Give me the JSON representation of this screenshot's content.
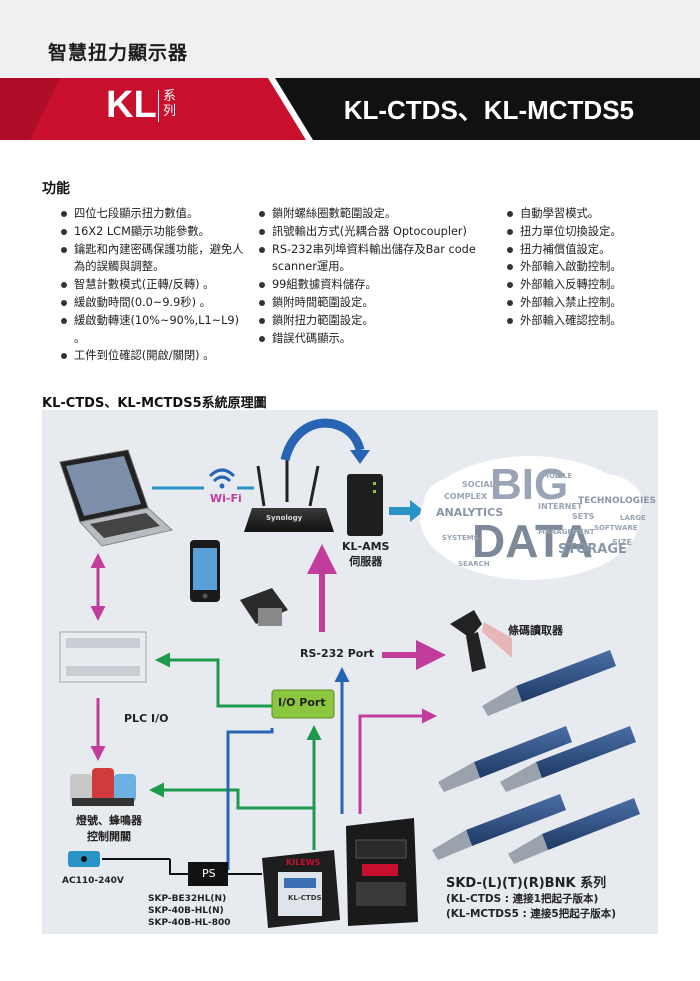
{
  "page_title": "智慧扭力顯示器",
  "banner": {
    "series_big": "KL",
    "series_small": "系列",
    "model_title": "KL-CTDS、KL-MCTDS5"
  },
  "features": {
    "title": "功能",
    "column1": [
      "四位七段顯示扭力數值。",
      "16X2 LCM顯示功能參數。",
      "鑰匙和內建密碼保護功能，避免人為的誤觸與調整。",
      "智慧計數模式(正轉/反轉) 。",
      "緩啟動時間(0.0~9.9秒) 。",
      "緩啟動轉速(10%~90%,L1~L9) 。",
      "工件到位確認(開啟/關閉) 。"
    ],
    "column2": [
      "鎖附螺絲圈數範圍設定。",
      "訊號輸出方式(光耦合器 Optocoupler)",
      "RS-232串列埠資料輸出儲存及Bar code scanner運用。",
      "99組數據資料儲存。",
      "鎖附時間範圍設定。",
      "鎖附扭力範圍設定。",
      "錯誤代碼顯示。"
    ],
    "column3": [
      "自動學習模式。",
      "扭力單位切換設定。",
      "扭力補償值設定。",
      "外部輸入啟動控制。",
      "外部輸入反轉控制。",
      "外部輸入禁止控制。",
      "外部輸入確認控制。"
    ]
  },
  "diagram": {
    "title": "KL-CTDS、KL-MCTDS5系統原理圖",
    "wifi": "Wi-Fi",
    "router_brand": "Synology",
    "server": "KL-AMS\n伺服器",
    "cloud_big": "BIG",
    "cloud_big2": "DATA",
    "cloud_words": [
      "ANALYTICS",
      "COMPLEX",
      "STORAGE",
      "TECHNOLOGIES",
      "SOCIAL",
      "INTERNET",
      "SETS",
      "SOFTWARE",
      "MANAGEMENT",
      "SEARCH",
      "SIZE",
      "LARGE",
      "MOBILE",
      "SYSTEMS"
    ],
    "barcode_reader": "條碼讀取器",
    "rs232": "RS-232 Port",
    "io_port": "I/O Port",
    "plc": "PLC I/O",
    "lights": "燈號、蜂鳴器\n控制開關",
    "ac": "AC110-240V",
    "ps": "PS",
    "ps_models": "SKP-BE32HL(N)\nSKP-40B-HL(N)\nSKP-40B-HL-800",
    "device_brand": "KILEWS",
    "device_model": "KL-CTDS",
    "screwdriver_series": "SKD-(L)(T)(R)BNK 系列",
    "screwdriver_notes": "(KL-CTDS : 連接1把起子版本)\n(KL-MCTDS5 : 連接5把起子版本)"
  },
  "colors": {
    "banner_red": "#c8102e",
    "banner_black": "#111111",
    "arrow_pink": "#c23c9c",
    "arrow_green": "#1e9a4c",
    "arrow_blue": "#2864b4",
    "arrow_teal": "#2a93c6",
    "io_green": "#8cc63f"
  }
}
